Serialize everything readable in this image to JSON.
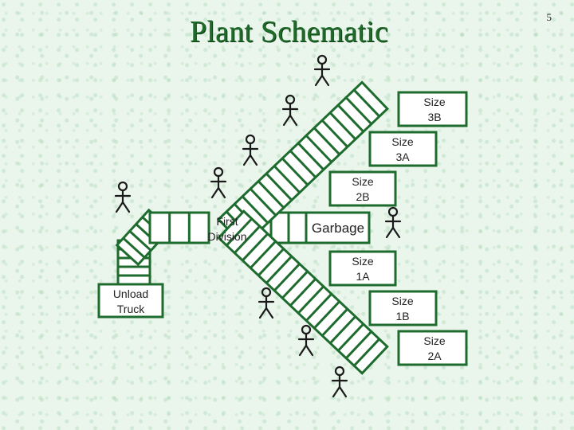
{
  "title": "Plant Schematic",
  "page_number": "5",
  "colors": {
    "accent": "#1f6b2a",
    "stroke": "#1e6b2e",
    "background": "#eaf6ec"
  },
  "stations": {
    "unload_truck": [
      "Unload",
      "Truck"
    ],
    "first_division": [
      "First",
      "Division"
    ],
    "garbage": "Garbage",
    "size_3b": [
      "Size",
      "3B"
    ],
    "size_3a": [
      "Size",
      "3A"
    ],
    "size_2b": [
      "Size",
      "2B"
    ],
    "size_1a": [
      "Size",
      "1A"
    ],
    "size_1b": [
      "Size",
      "1B"
    ],
    "size_2a": [
      "Size",
      "2A"
    ]
  },
  "icons": {
    "worker": "stick-figure-icon"
  }
}
